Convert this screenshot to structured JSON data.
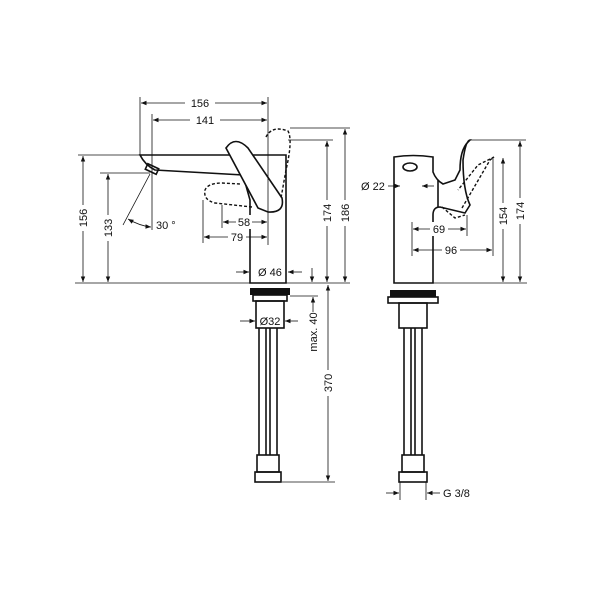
{
  "drawing": {
    "side_view": {
      "dim_spout_reach": "156",
      "dim_spout_reach_inner": "141",
      "dim_height_spout": "156",
      "dim_height_outlet": "133",
      "dim_angle": "30 °",
      "dim_lever_58": "58",
      "dim_lever_79": "79",
      "dim_height_174": "174",
      "dim_height_186": "186",
      "dim_body_diameter": "Ø 46",
      "dim_thread_diameter": "Ø32",
      "dim_max_thickness": "max. 40",
      "dim_hose_length": "370"
    },
    "front_view": {
      "dim_outlet_diameter": "Ø 22",
      "dim_lever_69": "69",
      "dim_lever_96": "96",
      "dim_height_154": "154",
      "dim_height_174": "174",
      "dim_connection": "G 3/8"
    }
  }
}
